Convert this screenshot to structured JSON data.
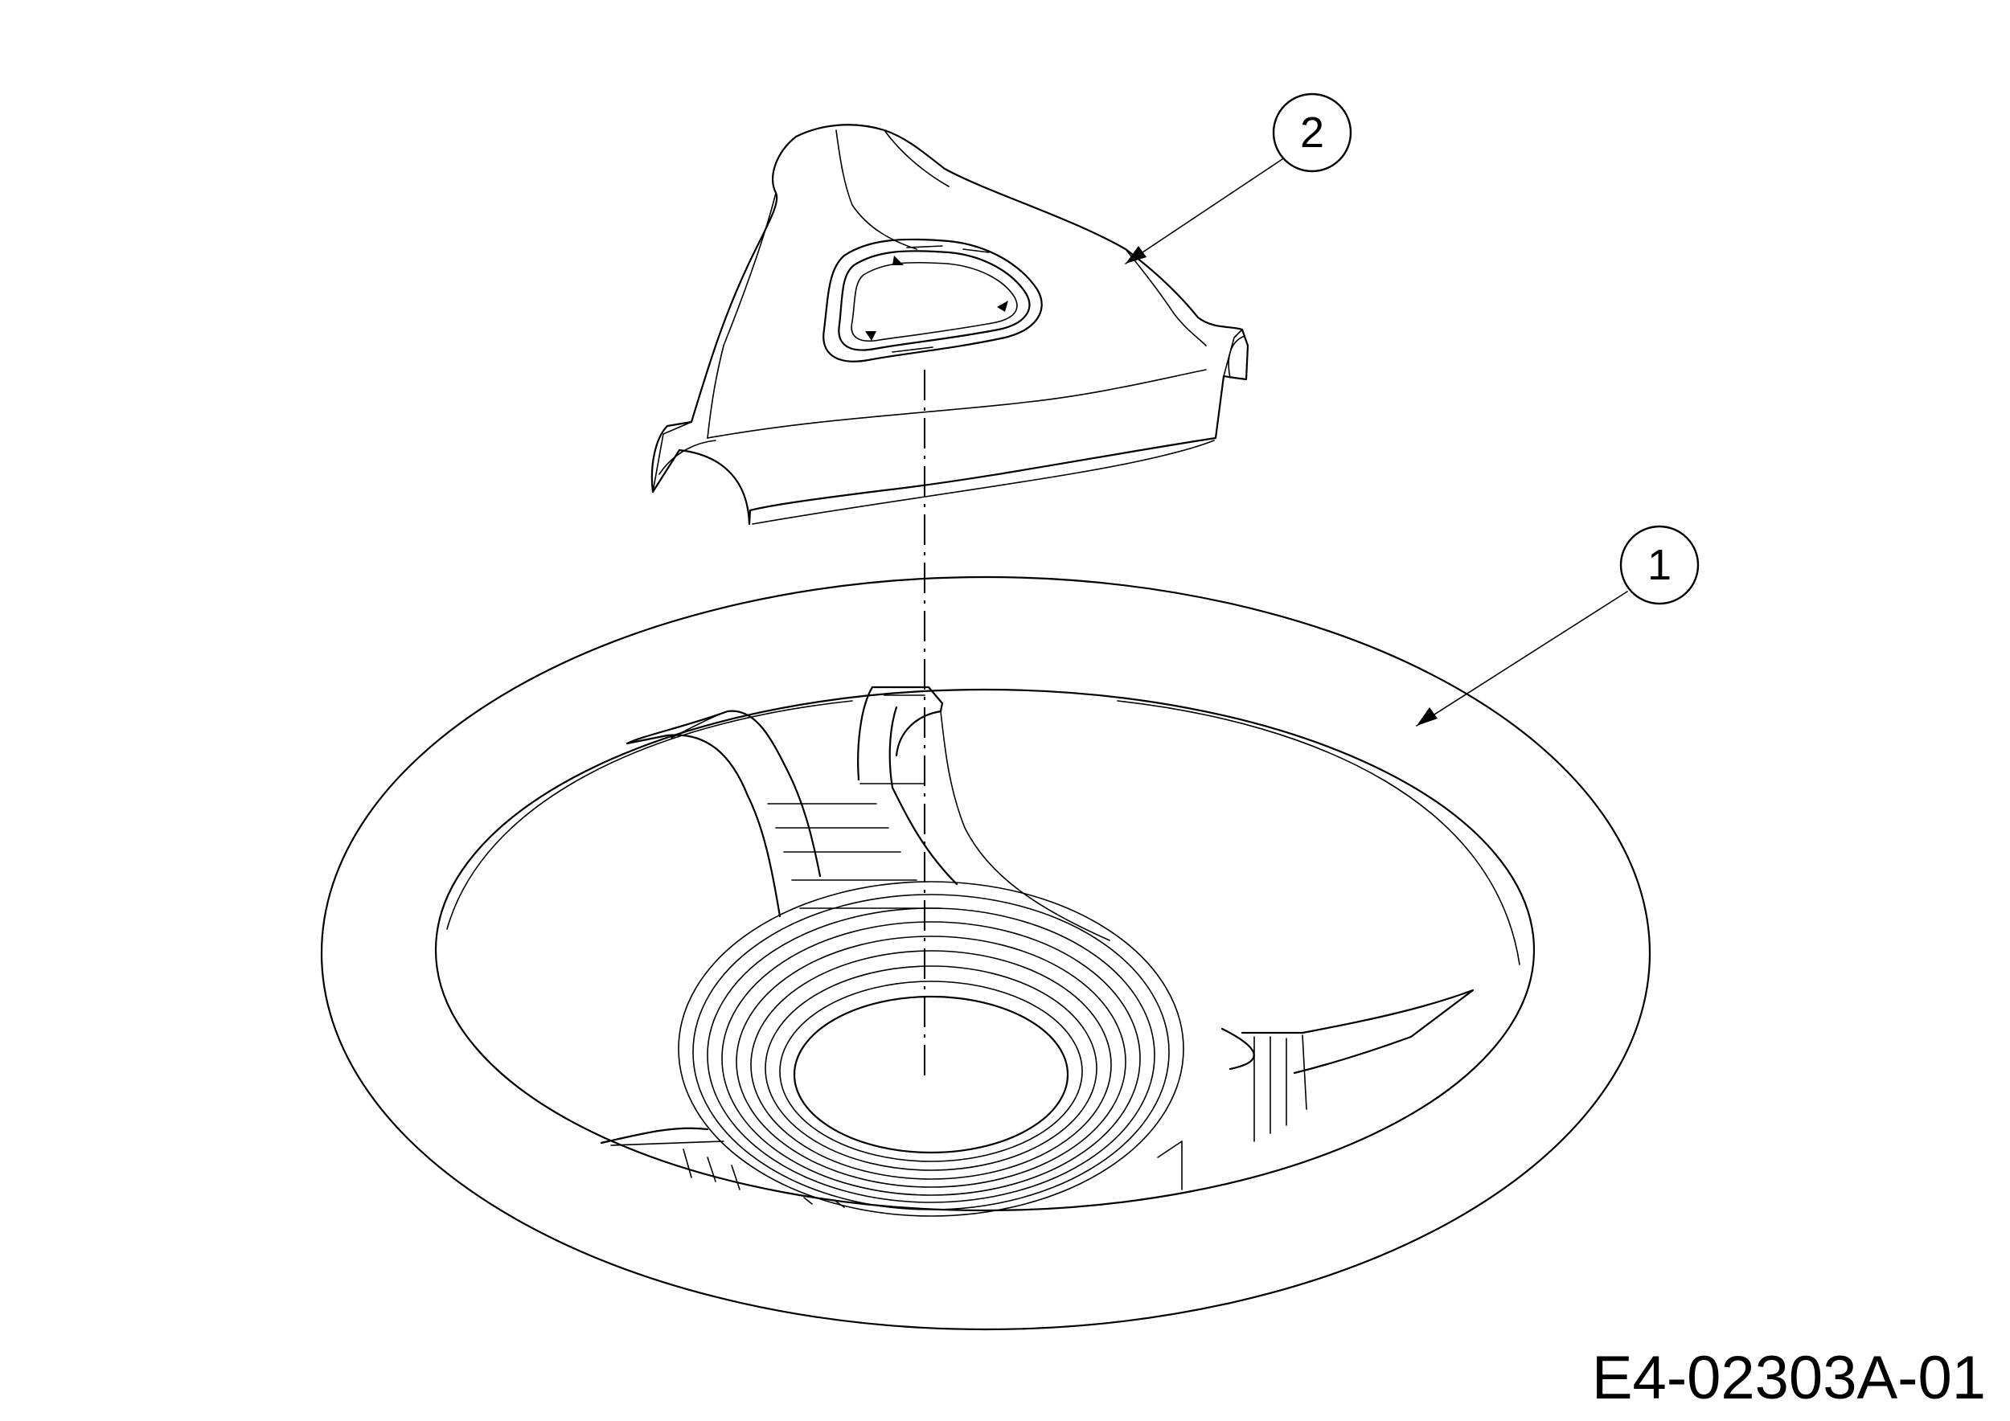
{
  "callouts": [
    {
      "label": "1"
    },
    {
      "label": "2"
    }
  ],
  "drawing_code": "E4-02303A-01"
}
